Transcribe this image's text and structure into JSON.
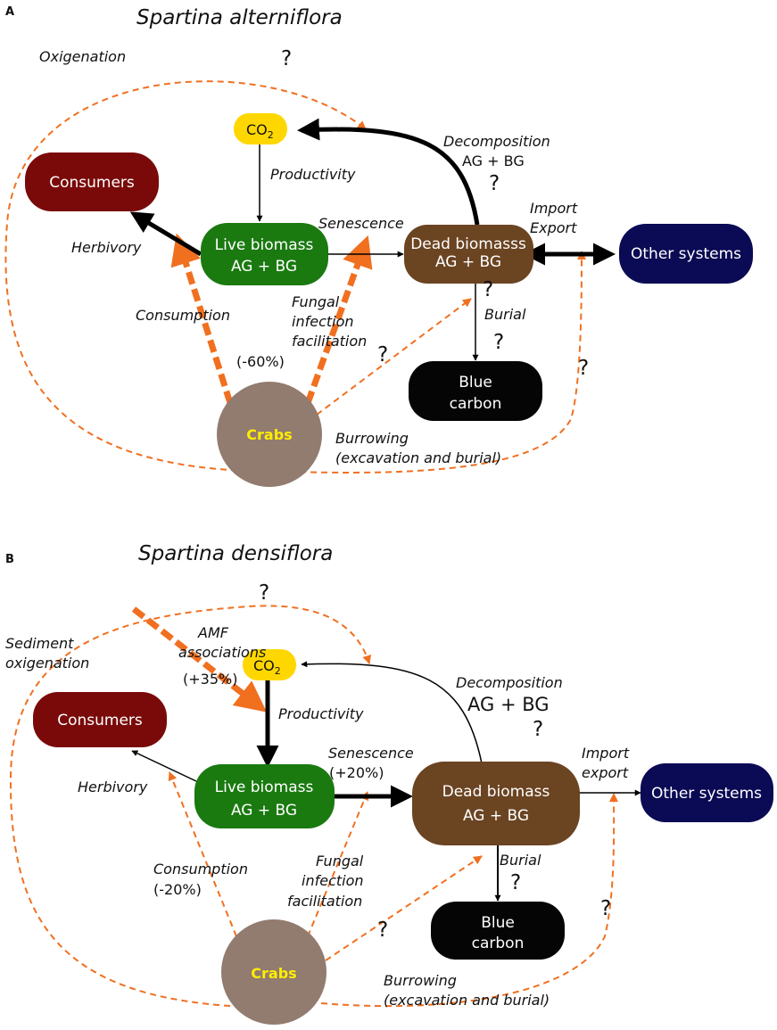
{
  "panels": [
    {
      "letter": "A",
      "title": "Spartina alterniflora",
      "nodes": {
        "co2": "CO",
        "co2_sub": "2",
        "consumers": "Consumers",
        "live_1": "Live biomass",
        "live_2": "AG + BG",
        "dead_1": "Dead biomasss",
        "dead_2": "AG + BG",
        "other": "Other systems",
        "blue_1": "Blue",
        "blue_2": "carbon",
        "crabs": "Crabs"
      },
      "labels": {
        "oxygenation": "Oxigenation",
        "productivity": "Productivity",
        "decomposition_1": "Decomposition",
        "decomposition_2": "AG + BG",
        "senescence": "Senescence",
        "import": "Import",
        "export": "Export",
        "herbivory": "Herbivory",
        "consumption": "Consumption",
        "consumption_pct": "(-60%)",
        "fungal_1": "Fungal",
        "fungal_2": "infection",
        "fungal_3": "facilitation",
        "burial": "Burial",
        "burrowing_1": "Burrowing",
        "burrowing_2": "(excavation and burial)",
        "q": "?"
      }
    },
    {
      "letter": "B",
      "title": "Spartina densiflora",
      "nodes": {
        "co2": "CO",
        "co2_sub": "2",
        "consumers": "Consumers",
        "live_1": "Live biomass",
        "live_2": "AG + BG",
        "dead_1": "Dead biomass",
        "dead_2": "AG + BG",
        "other": "Other systems",
        "blue_1": "Blue",
        "blue_2": "carbon",
        "crabs": "Crabs"
      },
      "labels": {
        "sediment_1": "Sediment",
        "sediment_2": "oxigenation",
        "amf_1": "AMF",
        "amf_2": "associations",
        "amf_pct": "(+35%)",
        "productivity": "Productivity",
        "decomposition_1": "Decomposition",
        "decomposition_2": "AG + BG",
        "senescence": "Senescence",
        "senescence_pct": "(+20%)",
        "import": "Import",
        "export": "export",
        "herbivory": "Herbivory",
        "consumption": "Consumption",
        "consumption_pct": "(-20%)",
        "fungal_1": "Fungal",
        "fungal_2": "infection",
        "fungal_3": "facilitation",
        "burial": "Burial",
        "burrowing_1": "Burrowing",
        "burrowing_2": "(excavation and burial)",
        "q": "?"
      }
    }
  ],
  "colors": {
    "co2": "#ffd700",
    "consumers": "#7a0a0a",
    "live": "#1a7a10",
    "dead": "#6b4422",
    "other": "#0a0a55",
    "blue_carbon": "#050505",
    "crabs": "#927b6f",
    "crabs_text": "#ffee00",
    "crab_arrows": "#f07020"
  }
}
